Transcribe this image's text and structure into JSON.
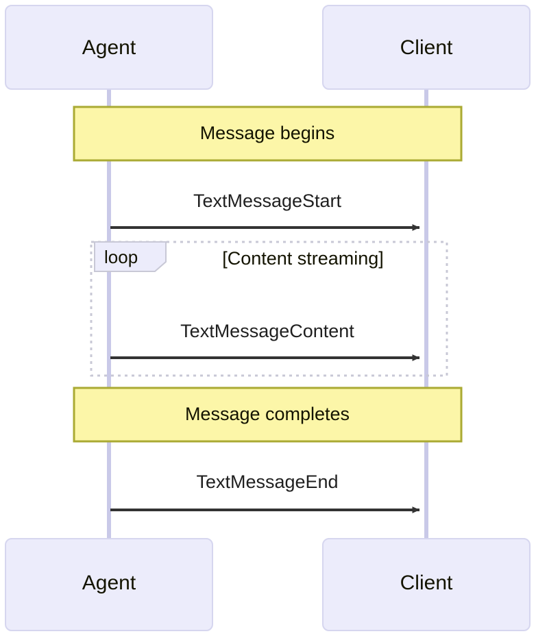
{
  "diagram": {
    "type": "sequence-diagram",
    "title": "",
    "colors": {
      "participant_fill": "#ececfb",
      "participant_stroke": "#d6d6ef",
      "lifeline_stroke": "#c9c9e8",
      "note_fill": "#fcf6a8",
      "note_stroke": "#aaaa33",
      "loop_stroke": "#c8c8d6",
      "loop_tag_fill": "#ececfb",
      "arrow_stroke": "#333333",
      "text_color": "#131300",
      "background": "#ffffff"
    },
    "participants": [
      {
        "id": "agent",
        "label": "Agent"
      },
      {
        "id": "client",
        "label": "Client"
      }
    ],
    "participants_bottom": [
      {
        "id": "agent",
        "label": "Agent"
      },
      {
        "id": "client",
        "label": "Client"
      }
    ],
    "notes": [
      {
        "id": "note-message-begins",
        "label": "Message begins",
        "span": "across"
      },
      {
        "id": "note-message-completes",
        "label": "Message completes",
        "span": "across"
      }
    ],
    "messages": [
      {
        "id": "msg-text-message-start",
        "label": "TextMessageStart",
        "from": "agent",
        "to": "client",
        "kind": "solid-arrow"
      },
      {
        "id": "msg-text-message-content",
        "label": "TextMessageContent",
        "from": "agent",
        "to": "client",
        "kind": "solid-arrow"
      },
      {
        "id": "msg-text-message-end",
        "label": "TextMessageEnd",
        "from": "agent",
        "to": "client",
        "kind": "solid-arrow"
      }
    ],
    "fragments": [
      {
        "id": "fragment-loop",
        "tag": "loop",
        "condition": "[Content streaming]",
        "contains": [
          "msg-text-message-content"
        ]
      }
    ]
  }
}
